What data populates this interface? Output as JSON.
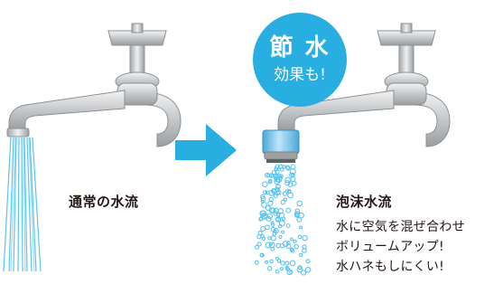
{
  "left_panel": {
    "caption": "通常の水流",
    "image": "faucet-normal-stream"
  },
  "arrow": {
    "icon": "right-arrow",
    "color": "#29aee2"
  },
  "right_panel": {
    "badge": {
      "line1": "節 水",
      "line2": "効果も!",
      "color": "#29aee2"
    },
    "caption": "泡沫水流",
    "description": [
      "水に空気を混ぜ合わせ",
      "ボリュームアップ!",
      "水ハネもしにくい!"
    ],
    "image": "faucet-aerated-stream"
  },
  "colors": {
    "water": "#5bc4ef",
    "metal": "#b9bdc0",
    "text": "#231815"
  }
}
